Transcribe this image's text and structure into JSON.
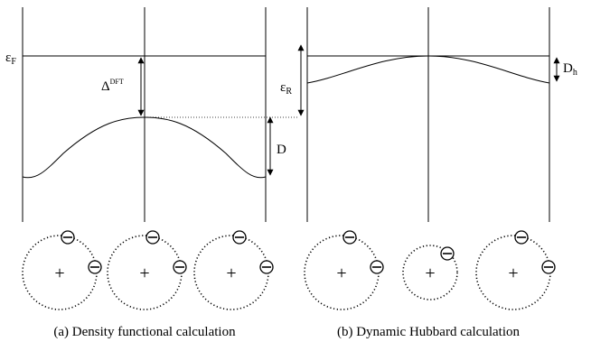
{
  "panel_a": {
    "fermi_label": "ε",
    "fermi_sub": "F",
    "gap_label": "Δ",
    "gap_sup": "DFT",
    "width_label": "D",
    "caption": "(a) Density functional calculation"
  },
  "panel_b": {
    "r_label": "ε",
    "r_sub": "R",
    "width_label": "D",
    "width_sub": "h",
    "caption": "(b) Dynamic Hubbard calculation"
  },
  "atoms": {
    "nucleus_symbol": "+",
    "electron_symbol": "−"
  }
}
